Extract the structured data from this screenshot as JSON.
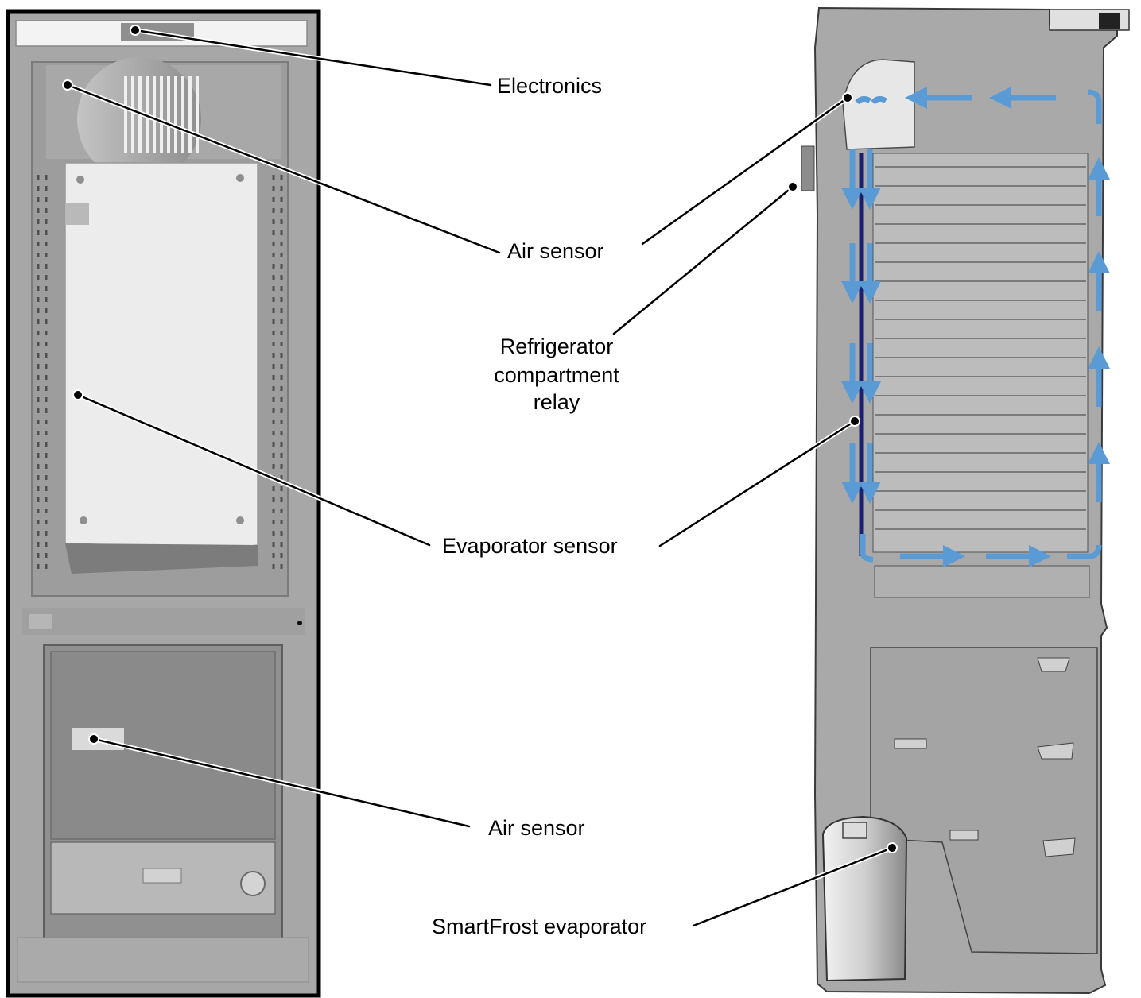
{
  "diagram": {
    "callouts": {
      "electronics": "Electronics",
      "air_sensor_fridge": "Air sensor",
      "relay_line1": "Refrigerator",
      "relay_line2": "compartment",
      "relay_line3": "relay",
      "evaporator_sensor": "Evaporator sensor",
      "air_sensor_freezer": "Air sensor",
      "smartfrost_evaporator": "SmartFrost evaporator"
    },
    "airflow_color": "#5b9bd5",
    "pipe_color": "#1a1f6e",
    "housing_color": "#a9a9a9"
  }
}
